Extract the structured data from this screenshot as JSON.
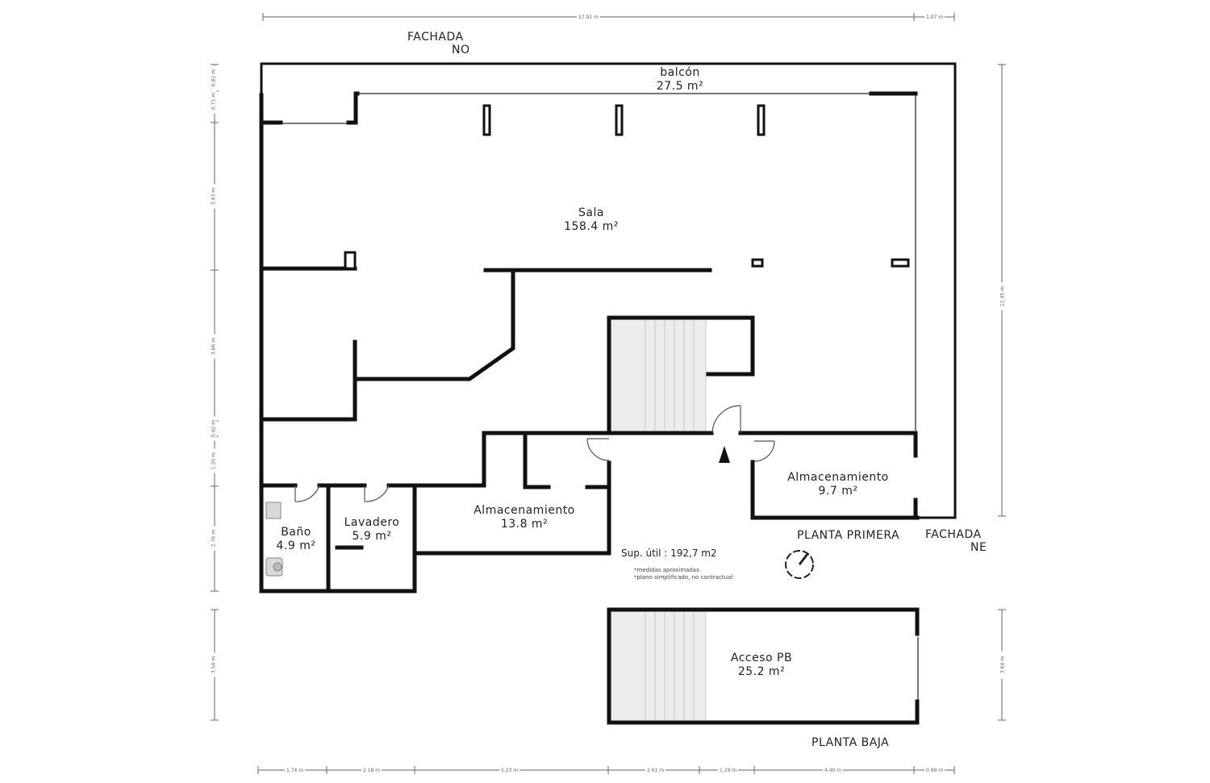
{
  "facades": {
    "no_line1": "FACHADA",
    "no_line2": "NO",
    "ne_line1": "FACHADA",
    "ne_line2": "NE"
  },
  "rooms": {
    "balcon": {
      "name": "balcón",
      "area": "27.5 m²"
    },
    "sala": {
      "name": "Sala",
      "area": "158.4 m²"
    },
    "almacen_right": {
      "name": "Almacenamiento",
      "area": "9.7 m²"
    },
    "almacen_center": {
      "name": "Almacenamiento",
      "area": "13.8 m²"
    },
    "lavadero": {
      "name": "Lavadero",
      "area": "5.9 m²"
    },
    "bano": {
      "name": "Baño",
      "area": "4.9 m²"
    },
    "acceso": {
      "name": "Acceso PB",
      "area": "25.2 m²"
    }
  },
  "floors": {
    "primera": "PLANTA PRIMERA",
    "baja": "PLANTA BAJA"
  },
  "surface": "Sup. útil : 192,7  m2",
  "notes": [
    "*medidas aproximadas",
    "*plano simplificado, no contractual"
  ],
  "dimensions": {
    "top": [
      "17.91 m",
      "1.07 m"
    ],
    "bottom": [
      "1.74 m",
      "2.18 m",
      "5.23 m",
      "2.61 m",
      "1.29 m",
      "4.40 m",
      "0.99 m"
    ],
    "left": [
      "0.71 m",
      "0.81 m",
      "3.93 m",
      "3.86 m",
      "0.42 m",
      "1.20 m",
      "2.70 m",
      "3.54 m"
    ],
    "right": [
      "12.45 m",
      "3.64 m"
    ]
  },
  "colors": {
    "wall": "#111111",
    "stair": "#ececec",
    "dimension": "#555555"
  }
}
